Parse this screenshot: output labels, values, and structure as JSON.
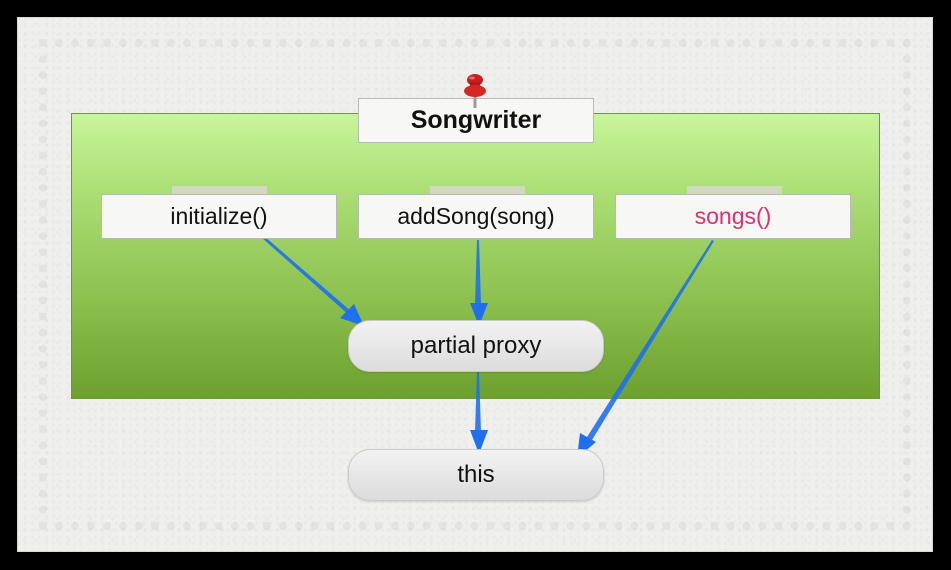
{
  "diagram": {
    "title": "Songwriter",
    "methods": [
      {
        "label": "initialize()",
        "color": "#111111"
      },
      {
        "label": "addSong(song)",
        "color": "#111111"
      },
      {
        "label": "songs()",
        "color": "#e0306c"
      }
    ],
    "nodes": {
      "proxy": "partial proxy",
      "target": "this"
    },
    "edges": [
      {
        "from": "initialize()",
        "to": "partial proxy"
      },
      {
        "from": "addSong(song)",
        "to": "partial proxy"
      },
      {
        "from": "songs()",
        "to": "this"
      },
      {
        "from": "partial proxy",
        "to": "this"
      }
    ],
    "colors": {
      "panel_top": "#c8f59a",
      "panel_bottom": "#6da02d",
      "arrow": "#1f6ff0",
      "pin": "#c8201c"
    }
  }
}
